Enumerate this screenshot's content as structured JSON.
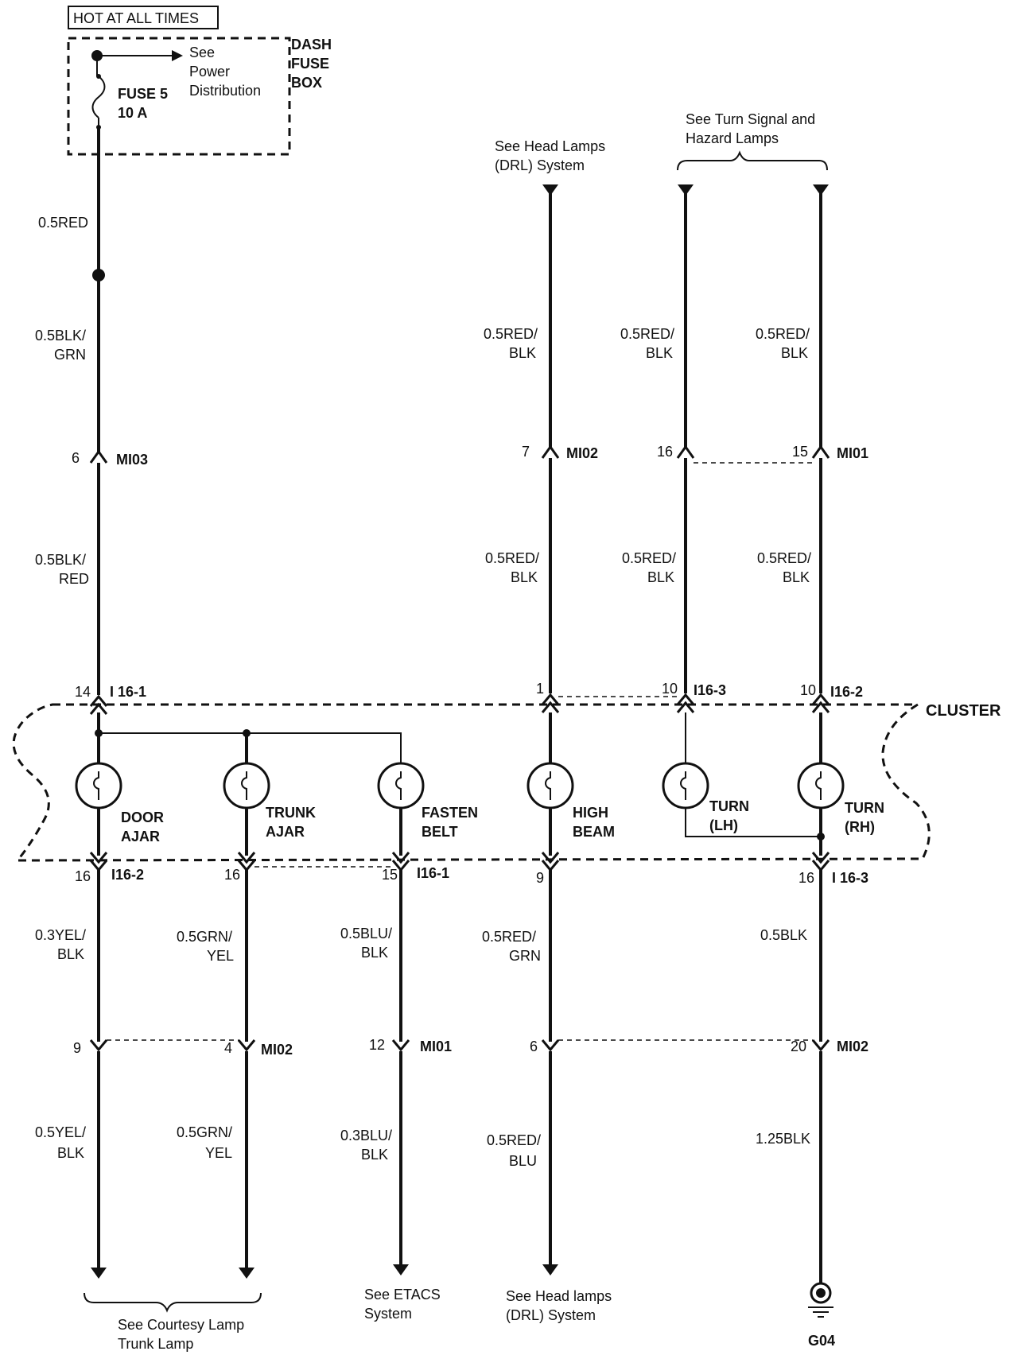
{
  "hot_label": "HOT AT ALL TIMES",
  "fuse_box": {
    "line1": "DASH",
    "line2": "FUSE",
    "line3": "BOX",
    "see1": "See",
    "see2": "Power",
    "see3": "Distribution",
    "fuse_name": "FUSE 5",
    "fuse_rating": "10 A"
  },
  "cluster_label": "CLUSTER",
  "refs": {
    "head_top1": "See Head Lamps",
    "head_top2": "(DRL) System",
    "turn_top1": "See Turn Signal and",
    "turn_top2": "Hazard Lamps",
    "courtesy1": "See Courtesy Lamp",
    "courtesy2": "Trunk Lamp",
    "etacs1": "See ETACS",
    "etacs2": "System",
    "head_bot1": "See Head lamps",
    "head_bot2": "(DRL) System",
    "ground": "G04"
  },
  "wires": {
    "w1a": "0.5RED",
    "w1b1": "0.5BLK/",
    "w1b2": "GRN",
    "w1c1": "0.5BLK/",
    "w1c2": "RED",
    "w4a1": "0.5RED/",
    "w4a2": "BLK",
    "w4b1": "0.5RED/",
    "w4b2": "BLK",
    "w5a1": "0.5RED/",
    "w5a2": "BLK",
    "w5b1": "0.5RED/",
    "w5b2": "BLK",
    "w6a1": "0.5RED/",
    "w6a2": "BLK",
    "w6b1": "0.5RED/",
    "w6b2": "BLK",
    "d1a1": "0.3YEL/",
    "d1a2": "BLK",
    "d1b1": "0.5YEL/",
    "d1b2": "BLK",
    "d2a1": "0.5GRN/",
    "d2a2": "YEL",
    "d2b1": "0.5GRN/",
    "d2b2": "YEL",
    "d3a1": "0.5BLU/",
    "d3a2": "BLK",
    "d3b1": "0.3BLU/",
    "d3b2": "BLK",
    "d4a1": "0.5RED/",
    "d4a2": "GRN",
    "d4b1": "0.5RED/",
    "d4b2": "BLU",
    "d6a": "0.5BLK",
    "d6b": "1.25BLK"
  },
  "connectors": {
    "mi03_pin": "6",
    "mi03": "MI03",
    "mi02_top_pin": "7",
    "mi02_top": "MI02",
    "mi01_top_pin_l": "16",
    "mi01_top_pin_r": "15",
    "mi01_top": "MI01",
    "i161_top_pin": "14",
    "i161_top": "I 16-1",
    "i163_top_pin_a": "1",
    "i163_top_pin_b": "10",
    "i163_top": "I16-3",
    "i162_top_pin": "10",
    "i162_top": "I16-2",
    "i162_bot_pin": "16",
    "i162_bot": "I16-2",
    "i161_bot_pin_a": "16",
    "i161_bot_pin_b": "15",
    "i161_bot": "I16-1",
    "i163_bot_pin_a": "9",
    "i163_bot_pin_b": "16",
    "i163_bot": "I 16-3",
    "mi02_bot_pin_a": "9",
    "mi02_bot_pin_b": "4",
    "mi02_bot": "MI02",
    "mi01_bot_pin": "12",
    "mi01_bot": "MI01",
    "mi02_bot2_pin_a": "6",
    "mi02_bot2_pin_b": "20",
    "mi02_bot2": "MI02"
  },
  "lamps": {
    "door1": "DOOR",
    "door2": "AJAR",
    "trunk1": "TRUNK",
    "trunk2": "AJAR",
    "fasten1": "FASTEN",
    "fasten2": "BELT",
    "high1": "HIGH",
    "high2": "BEAM",
    "turnl1": "TURN",
    "turnl2": "(LH)",
    "turnr1": "TURN",
    "turnr2": "(RH)"
  }
}
